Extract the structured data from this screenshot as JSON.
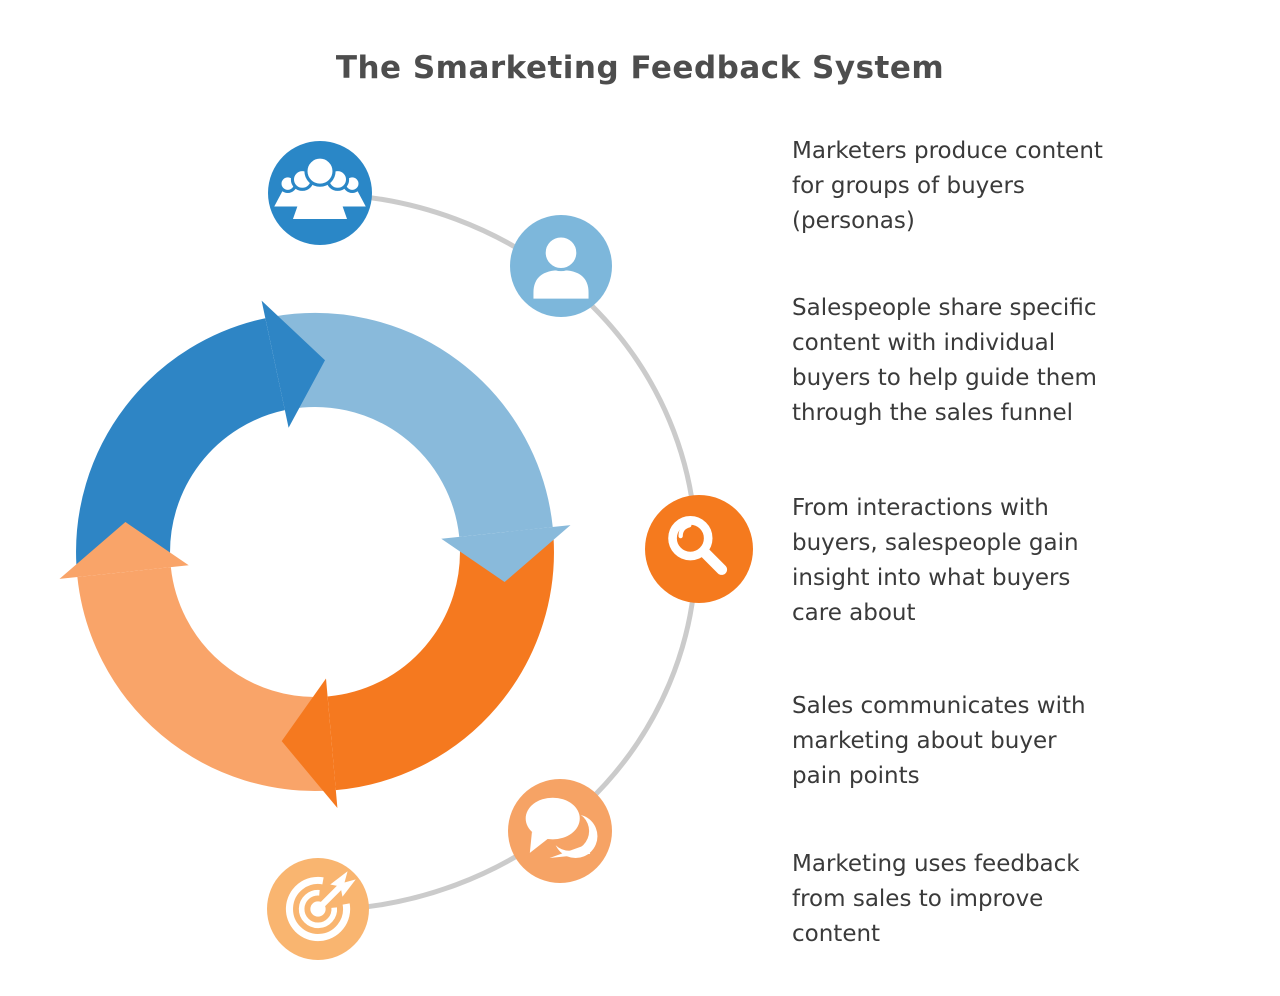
{
  "title": "The Smarketing Feedback System",
  "colors": {
    "title_text": "#4d4d4d",
    "body_text": "#3a3a3a",
    "connector_gray": "#cbcbcb"
  },
  "diagram": {
    "segments": [
      {
        "name": "arc-top-left",
        "color": "#2e85c5"
      },
      {
        "name": "arc-top-right",
        "color": "#89badb"
      },
      {
        "name": "arc-bottom-right",
        "color": "#f5791f"
      },
      {
        "name": "arc-bottom-left",
        "color": "#f9a469"
      }
    ],
    "icons": [
      {
        "name": "audience-group",
        "bg": "#2a87c7"
      },
      {
        "name": "single-person",
        "bg": "#7db7db"
      },
      {
        "name": "magnifier",
        "bg": "#f57a1e"
      },
      {
        "name": "chat-bubbles",
        "bg": "#f6a365"
      },
      {
        "name": "target-dart",
        "bg": "#f9b570"
      }
    ]
  },
  "steps": [
    {
      "lines": [
        "Marketers produce content",
        "for groups of buyers",
        "(personas)"
      ]
    },
    {
      "lines": [
        "Salespeople share specific",
        "content with individual",
        "buyers to help guide them",
        "through the sales funnel"
      ]
    },
    {
      "lines": [
        "From interactions with",
        "buyers, salespeople gain",
        "insight into what buyers",
        "care about"
      ]
    },
    {
      "lines": [
        "Sales communicates with",
        "marketing about buyer",
        "pain points"
      ]
    },
    {
      "lines": [
        "Marketing uses feedback",
        "from sales to improve",
        "content"
      ]
    }
  ]
}
